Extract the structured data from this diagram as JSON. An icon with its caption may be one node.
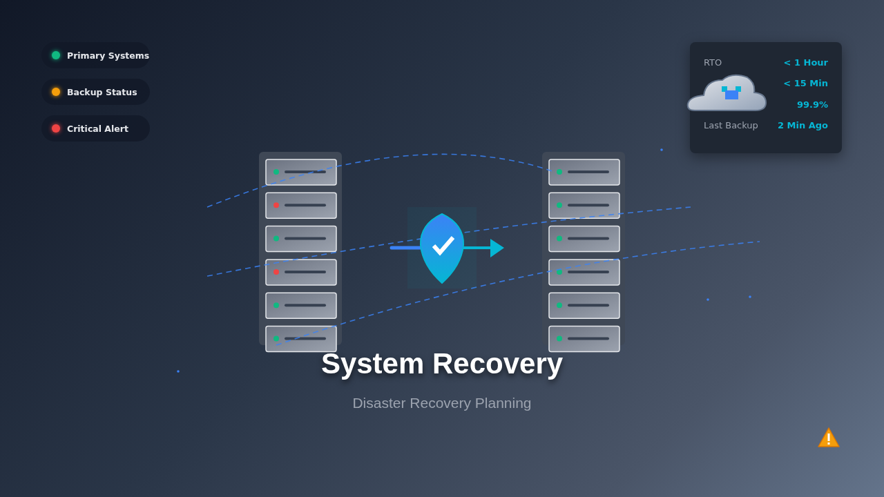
{
  "diagram": {
    "title": "System Recovery",
    "labels": [
      "Disaster Recovery Planning",
      "RTO",
      "< 1 Hour",
      "< 15 Min",
      "99.9%",
      "Last Backup",
      "2 Min Ago"
    ],
    "legend": [
      {
        "text": "Primary Systems",
        "color": "#10b981"
      },
      {
        "text": "Backup Status",
        "color": "#f59e0b"
      },
      {
        "text": "Critical Alert",
        "color": "#ef4444"
      }
    ]
  }
}
